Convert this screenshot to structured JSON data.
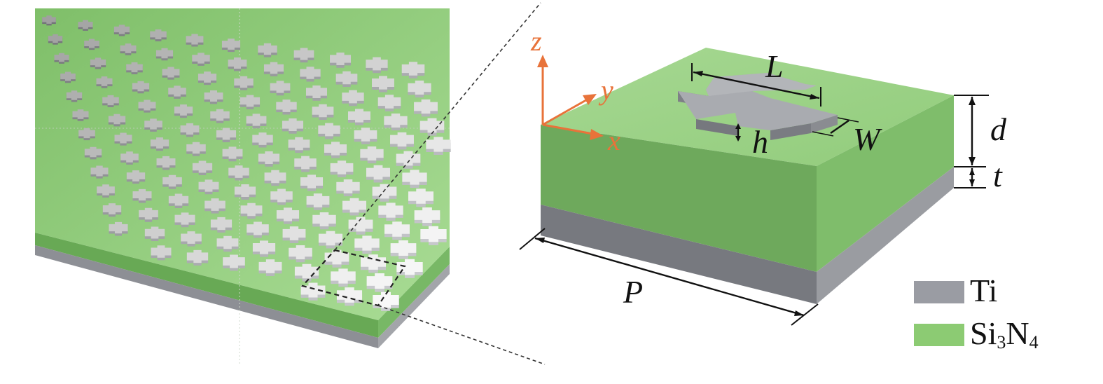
{
  "axes": {
    "z": "z",
    "y": "y",
    "x": "x"
  },
  "dimensions": {
    "L": "L",
    "W": "W",
    "h": "h",
    "d": "d",
    "t": "t",
    "P": "P"
  },
  "legend": [
    {
      "label_main": "Ti",
      "label_sub1": "",
      "label_mid": "",
      "label_sub2": "",
      "color": "#9a9ca3"
    },
    {
      "label_main": "Si",
      "label_sub1": "3",
      "label_mid": "N",
      "label_sub2": "4",
      "color": "#8ccb73"
    }
  ],
  "colors": {
    "substrate_top": "#9fd48a",
    "substrate_side": "#6fae5c",
    "metal_top": "#a9abb0",
    "metal_side": "#7d7f85",
    "axis": "#e8733a"
  }
}
